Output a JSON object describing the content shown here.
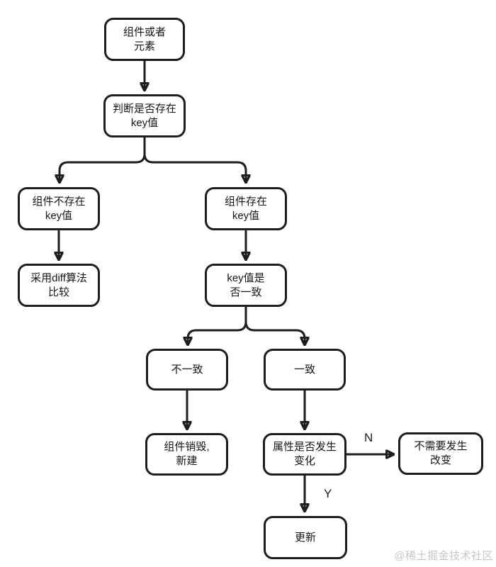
{
  "nodes": [
    {
      "label": "组件或者\n元素"
    },
    {
      "label": "判断是否存在\nkey值"
    },
    {
      "label": "组件不存在\nkey值"
    },
    {
      "label": "组件存在\nkey值"
    },
    {
      "label": "采用diff算法\n比较"
    },
    {
      "label": "key值是\n否一致"
    },
    {
      "label": "不一致"
    },
    {
      "label": "一致"
    },
    {
      "label": "组件销毁,\n新建"
    },
    {
      "label": "属性是否发生\n变化"
    },
    {
      "label": "不需要发生\n改变"
    },
    {
      "label": "更新"
    }
  ],
  "edge_labels": {
    "no": "N",
    "yes": "Y"
  },
  "watermark": "@稀土掘金技术社区",
  "colors": {
    "line": "#1d1d1d",
    "box_fill": "#ffffff",
    "watermark": "#c6c6c6"
  }
}
